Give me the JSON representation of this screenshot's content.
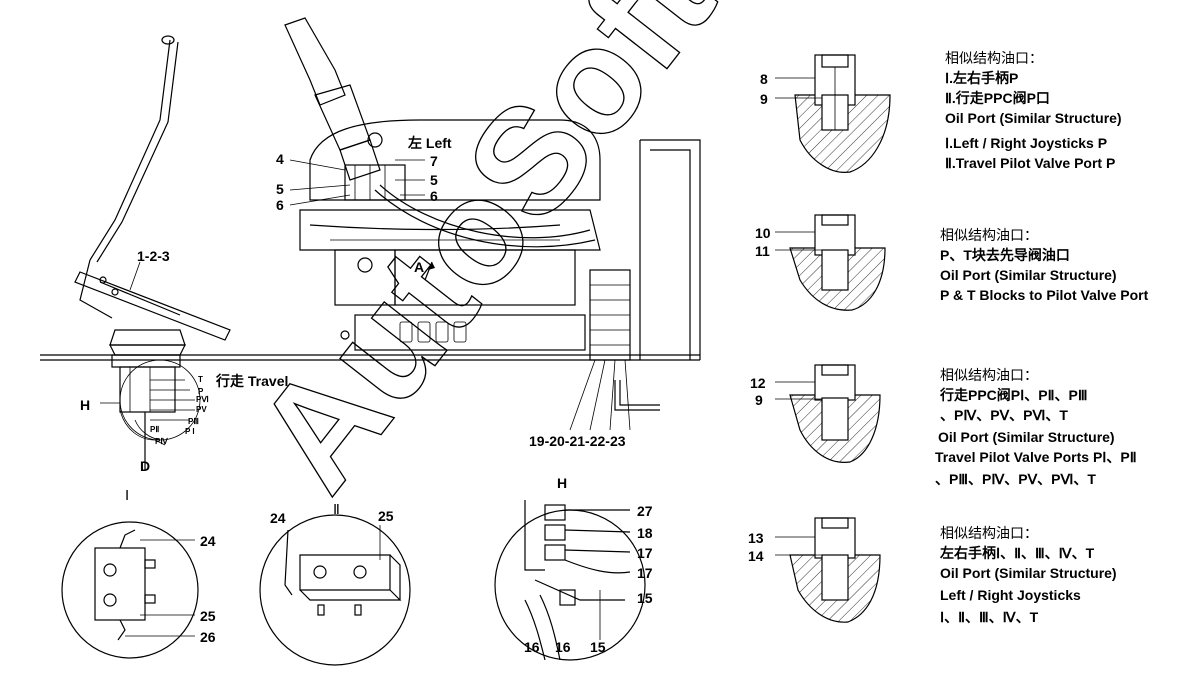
{
  "watermark": "AutoSoft",
  "labels": {
    "n1_2_3": "1-2-3",
    "n4": "4",
    "n5a": "5",
    "n6a": "6",
    "n7": "7",
    "n5b": "5",
    "n6b": "6",
    "n8": "8",
    "n9a": "9",
    "n10": "10",
    "n11": "11",
    "n12": "12",
    "n9b": "9",
    "n13": "13",
    "n14": "14",
    "bottom_seq": "19-20-21-22-23",
    "H": "H",
    "D": "D",
    "A": "A",
    "left": "左 Left",
    "travel": "行走 Travel",
    "detail_I": "Ⅰ",
    "detail_II": "Ⅱ",
    "detail_H": "H",
    "n24a": "24",
    "n25a": "25",
    "n26": "26",
    "n24b": "24",
    "n25b": "25",
    "n27": "27",
    "n18": "18",
    "n17a": "17",
    "n17b": "17",
    "n15a": "15",
    "n16a": "16",
    "n16b": "16",
    "n15b": "15",
    "port_T": "T",
    "port_P": "P",
    "port_PII": "PⅡ",
    "port_PIII": "PⅢ",
    "port_PIV": "PⅣ",
    "port_PV": "PV",
    "port_PVI": "PⅥ",
    "port_PI": "P I"
  },
  "notes": {
    "n1": {
      "l1": "相似结构油口：",
      "l2": "Ⅰ.左右手柄P",
      "l3": "Ⅱ.行走PPC阀P口",
      "l4": "Oil Port (Similar Structure)",
      "l5": "Ⅰ.Left / Right Joysticks P",
      "l6": "Ⅱ.Travel Pilot Valve Port P"
    },
    "n2": {
      "l1": "相似结构油口：",
      "l2": "P、T块去先导阀油口",
      "l3": "Oil Port (Similar Structure)",
      "l4": "P & T Blocks to Pilot Valve Port"
    },
    "n3": {
      "l1": "相似结构油口：",
      "l2": "行走PPC阀PⅠ、PⅡ、PⅢ",
      "l3": "、PⅣ、PⅤ、PⅥ、T",
      "l4": "Oil Port (Similar Structure)",
      "l5": "Travel Pilot Valve Ports PⅠ、PⅡ",
      "l6": "、PⅢ、PⅣ、PⅤ、PⅥ、T"
    },
    "n4": {
      "l1": "相似结构油口：",
      "l2": "左右手柄Ⅰ、Ⅱ、Ⅲ、Ⅳ、T",
      "l3": "Oil Port (Similar Structure)",
      "l4": "Left / Right Joysticks",
      "l5": "Ⅰ、Ⅱ、Ⅲ、Ⅳ、T"
    }
  }
}
